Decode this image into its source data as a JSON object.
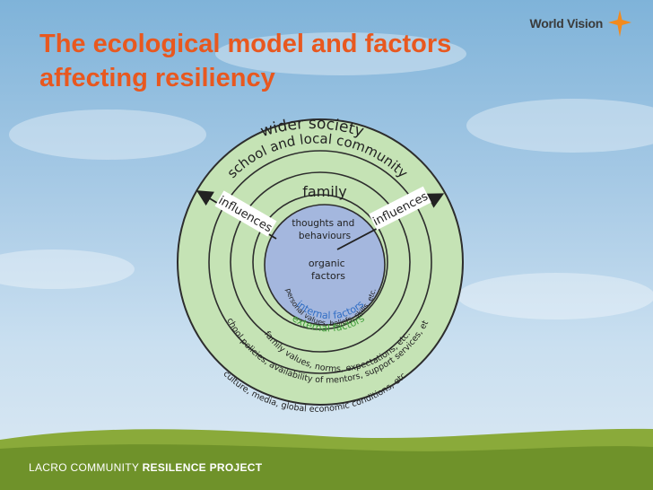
{
  "slide": {
    "title": "The ecological model and factors affecting resiliency",
    "footer_light": "LACRO COMMUNITY ",
    "footer_bold": "RESILENCE PROJECT"
  },
  "logo": {
    "text": "World Vision",
    "icon": "world-vision-star-icon",
    "color": "#f28a1e"
  },
  "diagram": {
    "rings": {
      "wider_society": "wider society",
      "school_community": "school and local community",
      "family": "family",
      "core_top": [
        "thoughts and",
        "behaviours"
      ],
      "core_middle": [
        "organic",
        "factors"
      ]
    },
    "arrows": {
      "left_label": "influences",
      "right_label": "influences"
    },
    "factor_labels": {
      "personal": "personal values, beliefs, skills, etc.",
      "internal": "internal factors",
      "external": "external factors",
      "family_values": "family values, norms, expectations, etc.",
      "school_policies": "school policies, availability of mentors, support services, etc.",
      "culture": "culture, media, global economic conditions, etc."
    },
    "colors": {
      "outer_fill": "#c5e3b5",
      "core_fill": "#a4b7de",
      "internal_text": "#2f6dc4",
      "external_text": "#3f9e3a",
      "title": "#e8581f"
    }
  }
}
